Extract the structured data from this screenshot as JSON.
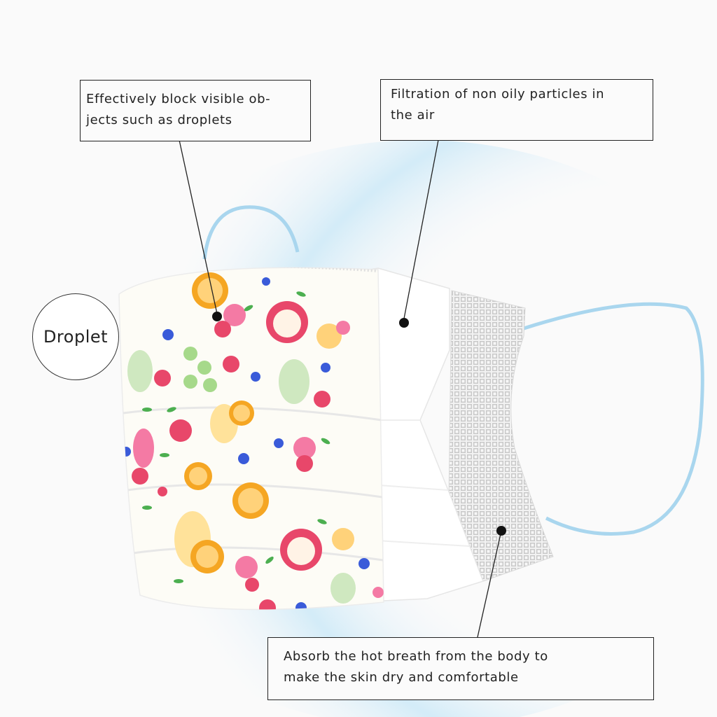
{
  "callouts": {
    "block_droplets": {
      "line1": "Effectively block visible ob-",
      "line2": "jects such as droplets"
    },
    "filtration": {
      "line1": "Filtration of non oily particles in",
      "line2": "the air"
    },
    "absorb": {
      "line1": "Absorb the hot breath from the body to",
      "line2": "make the skin dry and comfortable"
    }
  },
  "droplet_label": "Droplet",
  "colors": {
    "earloop": "#a9d6ee",
    "droplet_glow": "#bfe3f6",
    "mask_white": "#ffffff",
    "mesh_grey": "#bdbdbd",
    "fruit_red": "#e8476a",
    "fruit_orange": "#f5a623",
    "fruit_green": "#7cc576",
    "fruit_blue": "#3a5bd9",
    "fruit_pink": "#f47aa4"
  }
}
